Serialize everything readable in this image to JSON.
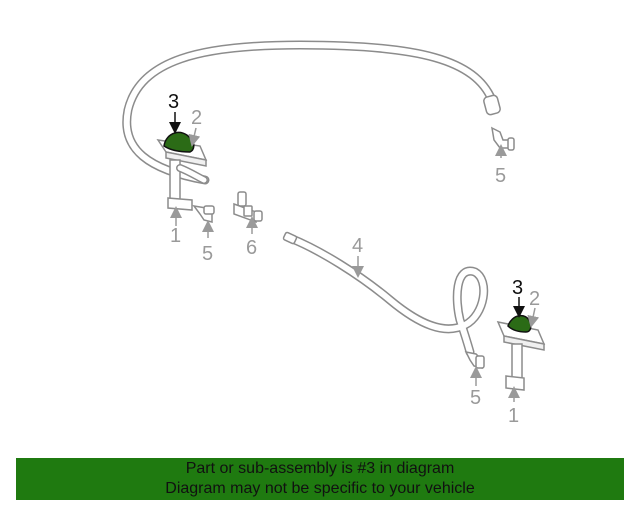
{
  "diagram": {
    "callouts": {
      "left": {
        "c3": "3",
        "c2": "2",
        "c1": "1",
        "c5": "5",
        "c6": "6"
      },
      "hose": {
        "c4": "4",
        "c5_top": "5"
      },
      "right": {
        "c3": "3",
        "c2": "2",
        "c1": "1",
        "c5": "5"
      }
    },
    "highlight_color": "#2b6b16",
    "part_color": "#8c8c8c"
  },
  "banner": {
    "line1": "Part or sub-assembly is #3 in diagram",
    "line2": "Diagram may not be specific to your vehicle",
    "background": "#1f7a10"
  }
}
